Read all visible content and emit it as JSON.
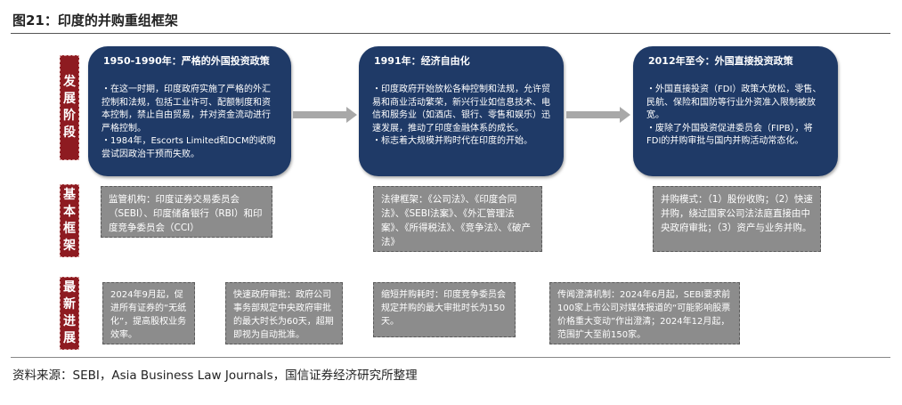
{
  "figure_title": "图21：印度的并购重组框架",
  "source_note": "资料来源：SEBI，Asia Business Law Journals，国信证券经济研究所整理",
  "row_labels": {
    "development": [
      "发",
      "展",
      "阶",
      "段"
    ],
    "framework": [
      "基",
      "本",
      "框",
      "架"
    ],
    "progress": [
      "最",
      "新",
      "进",
      "展"
    ]
  },
  "stages": [
    {
      "title": "1950-1990年：严格的外国投资政策",
      "lines": [
        "・在这一时期，印度政府实施了严格的外汇控制和法规，包括工业许可、配额制度和资本控制，禁止自由贸易，并对资金流动进行严格控制。",
        "・1984年，Escorts Limited和DCM的收购尝试因政治干预而失败。"
      ]
    },
    {
      "title": "1991年：经济自由化",
      "lines": [
        "・印度政府开始放松各种控制和法规，允许贸易和商业活动繁荣，新兴行业如信息技术、电信和服务业（如酒店、银行、零售和娱乐）迅速发展，推动了印度金融体系的成长。",
        "・标志着大规模并购时代在印度的开始。"
      ]
    },
    {
      "title": "2012年至今：外国直接投资政策",
      "lines": [
        "・外国直接投资（FDI）政策大放松，零售、民航、保险和国防等行业外资准入限制被放宽。",
        "・废除了外国投资促进委员会（FIPB），将FDI的并购审批与国内并购活动常态化。"
      ]
    }
  ],
  "framework": [
    "监管机构：印度证券交易委员会（SEBI）、印度储备银行（RBI）和印度竞争委员会（CCI）",
    "法律框架：《公司法》、《印度合同法》、《SEBI法案》、《外汇管理法案》、《所得税法》、《竞争法》、《破产法》",
    "并购模式：（1）股份收购；（2）快速并购，绕过国家公司法法庭直接由中央政府审批；（3）资产与业务并购。"
  ],
  "progress": [
    "2024年9月起，促进所有证券的“无纸化”，提高股权业务效率。",
    "快速政府审批：政府公司事务部规定中央政府审批的最大时长为60天，超期即视为自动批准。",
    "缩短并购耗时：印度竞争委员会规定并购的最大审批时长为150天。",
    "传闻澄清机制：2024年6月起，SEBI要求前100家上市公司对媒体报道的“可能影响股票价格重大变动”作出澄清；2024年12月起，范围扩大至前150家。"
  ],
  "colors": {
    "stage_fill": "#1f3a67",
    "label_fill": "#8e1b21",
    "gray_fill": "#8c8c8c",
    "arrow_fill": "#a8a8a8"
  }
}
